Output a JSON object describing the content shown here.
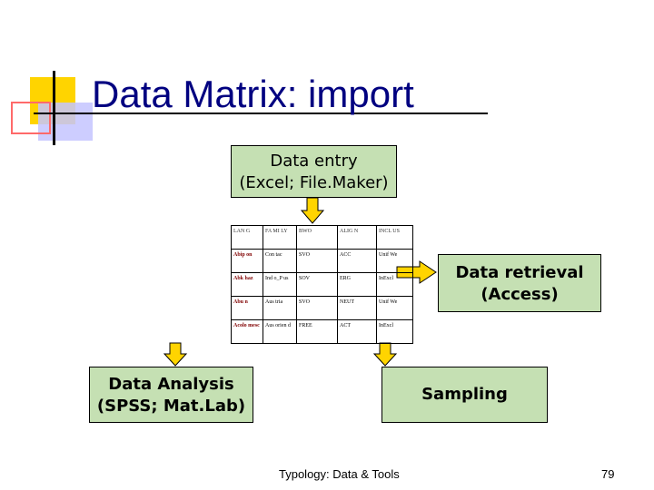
{
  "slide": {
    "title": "Data Matrix: import",
    "footer": "Typology: Data & Tools",
    "page_number": "79"
  },
  "boxes": {
    "entry": {
      "line1": "Data entry",
      "line2": "(Excel; File.Maker)"
    },
    "retrieval": {
      "line1": "Data retrieval",
      "line2": "(Access)"
    },
    "analysis": {
      "line1": "Data Analysis",
      "line2": "(SPSS; Mat.Lab)"
    },
    "sampling": {
      "line1": "Sampling"
    }
  },
  "matrix": {
    "headers": [
      "LAN G",
      "FA MI LY",
      "BWO",
      "ALIG N",
      "INCL US"
    ],
    "rows": [
      [
        "Abip on",
        "Con tac",
        "SVO",
        "ACC",
        "Unif We"
      ],
      [
        "Abk haz",
        "Ind o_P us",
        "SOV",
        "ERG",
        "InExcl"
      ],
      [
        "Abu n",
        "Aus tria",
        "SVO",
        "NEUT",
        "Unif We"
      ],
      [
        "Acolo mesc",
        "Aus orien d",
        "FREE",
        "ACT",
        "InExcl"
      ]
    ]
  },
  "colors": {
    "title": "#000080",
    "box_fill": "#c5e0b3",
    "arrow_fill": "#ffd400",
    "logo_yellow": "#ffd400",
    "logo_red": "#ff6a6a",
    "logo_blue": "#c4c4ff"
  }
}
